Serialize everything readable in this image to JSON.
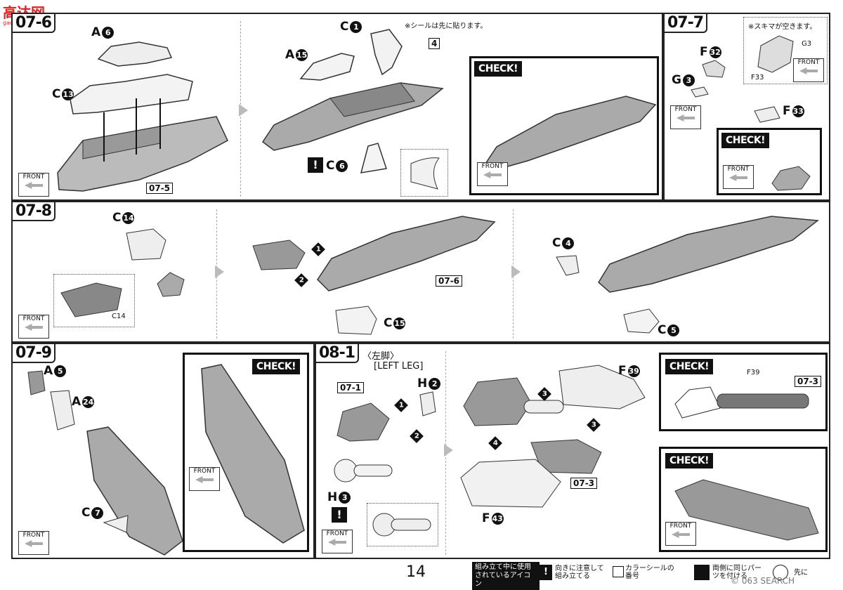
{
  "watermark": "高达网",
  "watermark_sub": "gao-shou.com",
  "steps": {
    "s07_6": {
      "label": "07-6",
      "refs": [
        "07-5"
      ]
    },
    "s07_7": {
      "label": "07-7",
      "note": "※スキマが空きます。"
    },
    "s07_8": {
      "label": "07-8",
      "refs": [
        "07-6"
      ]
    },
    "s07_9": {
      "label": "07-9"
    },
    "s08_1": {
      "label": "08-1",
      "leg_jp": "〈左脚〉",
      "leg_en": "[LEFT LEG]",
      "refs": [
        "07-1",
        "07-3",
        "07-3"
      ]
    }
  },
  "parts": {
    "A6": "A",
    "A6n": "6",
    "C13": "C",
    "C13n": "13",
    "C1": "C",
    "C1n": "1",
    "A15": "A",
    "A15n": "15",
    "C6": "C",
    "C6n": "6",
    "F32": "F",
    "F32n": "32",
    "G3": "G",
    "G3n": "3",
    "F33": "F",
    "F33n": "33",
    "C14": "C",
    "C14n": "14",
    "C15": "C",
    "C15n": "15",
    "C4": "C",
    "C4n": "4",
    "C5": "C",
    "C5n": "5",
    "A5": "A",
    "A5n": "5",
    "A24": "A",
    "A24n": "24",
    "C7": "C",
    "C7n": "7",
    "H2": "H",
    "H2n": "2",
    "H3": "H",
    "H3n": "3",
    "F39": "F",
    "F39n": "39",
    "F43": "F",
    "F43n": "43"
  },
  "sticker_note": "※シールは先に貼ります。",
  "sticker_number": "4",
  "inset_labels": {
    "g3": "G3",
    "f33": "F33",
    "f39": "F39",
    "c14": "C14"
  },
  "check_label": "CHECK!",
  "front_label": "FRONT",
  "seq": [
    "1",
    "2",
    "3",
    "4"
  ],
  "page_number": "14",
  "footer": {
    "legend_title": "組み立て中に使用されているアイコン",
    "icon1": "向きに注意して組み立てる",
    "icon2": "カラーシールの番号",
    "icon3": "両側に同じパーツを付ける",
    "icon4": "先に",
    "source": "© 063 SEARCH"
  },
  "colors": {
    "ink": "#111111",
    "part_fill": "#e8e8e8",
    "part_dark": "#777777",
    "arrow_gray": "#bbbbbb"
  }
}
